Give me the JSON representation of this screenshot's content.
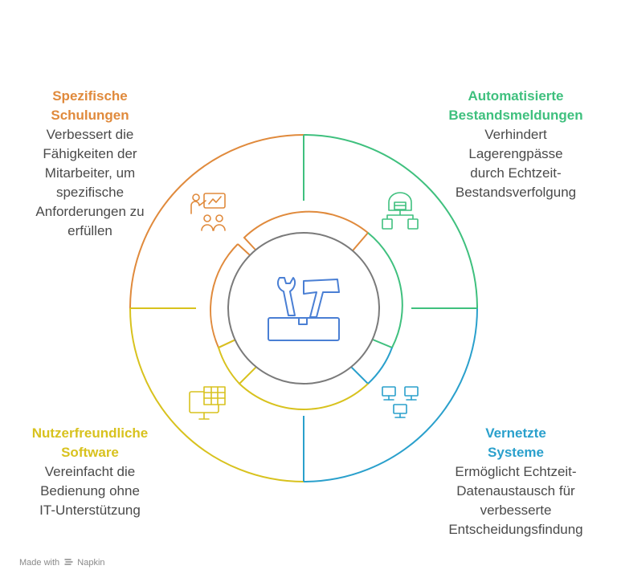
{
  "colors": {
    "orange": "#e08a3c",
    "green": "#3fc07e",
    "blue": "#2aa0cc",
    "yellow": "#d8c21e",
    "center": "#7a7a7a",
    "text": "#4a4a4a"
  },
  "sections": {
    "top_left": {
      "title_line1": "Spezifische",
      "title_line2": "Schulungen",
      "desc": [
        "Verbessert die",
        "Fähigkeiten der",
        "Mitarbeiter, um",
        "spezifische",
        "Anforderungen zu",
        "erfüllen"
      ],
      "icon": "training-presentation-icon"
    },
    "top_right": {
      "title_line1": "Automatisierte",
      "title_line2": "Bestandsmeldungen",
      "desc": [
        "Verhindert",
        "Lagerengpässe",
        "durch Echtzeit-",
        "Bestandsverfolgung"
      ],
      "icon": "warehouse-network-icon"
    },
    "bottom_left": {
      "title_line1": "Nutzerfreundliche",
      "title_line2": "Software",
      "desc": [
        "Vereinfacht die",
        "Bedienung ohne",
        "IT-Unterstützung"
      ],
      "icon": "spreadsheet-monitor-icon"
    },
    "bottom_right": {
      "title_line1": "Vernetzte",
      "title_line2": "Systeme",
      "desc": [
        "Ermöglicht Echtzeit-",
        "Datenaustausch für",
        "verbesserte",
        "Entscheidungsfindung"
      ],
      "icon": "connected-computers-icon"
    },
    "center": {
      "icon": "toolbox-icon"
    }
  },
  "footer": {
    "made_with": "Made with",
    "brand": "Napkin"
  }
}
